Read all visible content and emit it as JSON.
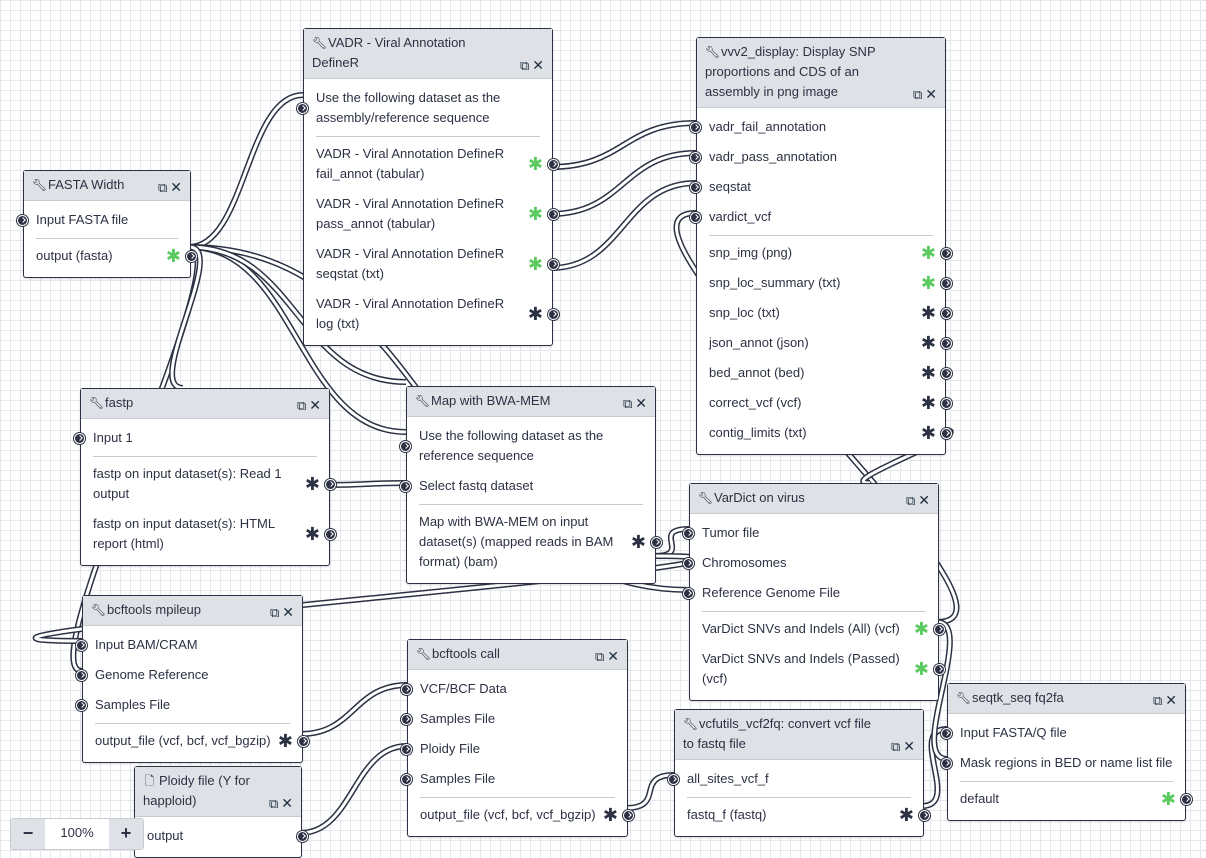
{
  "zoom": {
    "minus": "−",
    "level": "100%",
    "plus": "+"
  },
  "icons": {
    "tool": "wrench-icon",
    "copy": "copy-icon",
    "close": "close-icon",
    "file": "file-icon"
  },
  "colors": {
    "wire": "#2c3143",
    "node_header": "#dee2e6",
    "star_green": "#5ccb5f",
    "star_dark": "#2c3143"
  },
  "nodes": {
    "vadr": {
      "title": "VADR - Viral Annotation DefineR",
      "in0": "Use the following dataset as the assembly/reference sequence",
      "out0": "VADR - Viral Annotation DefineR fail_annot (tabular)",
      "out1": "VADR - Viral Annotation DefineR pass_annot (tabular)",
      "out2": "VADR - Viral Annotation DefineR seqstat (txt)",
      "out3": "VADR - Viral Annotation DefineR log (txt)"
    },
    "vvv2": {
      "title": "vvv2_display: Display SNP proportions and CDS of an assembly in png image",
      "in0": "vadr_fail_annotation",
      "in1": "vadr_pass_annotation",
      "in2": "seqstat",
      "in3": "vardict_vcf",
      "out0": "snp_img (png)",
      "out1": "snp_loc_summary (txt)",
      "out2": "snp_loc (txt)",
      "out3": "json_annot (json)",
      "out4": "bed_annot (bed)",
      "out5": "correct_vcf (vcf)",
      "out6": "contig_limits (txt)"
    },
    "fastawidth": {
      "title": "FASTA Width",
      "in0": "Input FASTA file",
      "out0": "output (fasta)"
    },
    "fastp": {
      "title": "fastp",
      "in0": "Input 1",
      "out0": "fastp on input dataset(s): Read 1 output",
      "out1": "fastp on input dataset(s): HTML report (html)"
    },
    "bwa": {
      "title": "Map with BWA-MEM",
      "in0": "Use the following dataset as the reference sequence",
      "in1": "Select fastq dataset",
      "out0": "Map with BWA-MEM on input dataset(s) (mapped reads in BAM format) (bam)"
    },
    "vardict": {
      "title": "VarDict on virus",
      "in0": "Tumor file",
      "in1": "Chromosomes",
      "in2": "Reference Genome File",
      "out0": "VarDict SNVs and Indels (All) (vcf)",
      "out1": "VarDict SNVs and Indels (Passed) (vcf)"
    },
    "mpileup": {
      "title": "bcftools mpileup",
      "in0": "Input BAM/CRAM",
      "in1": "Genome Reference",
      "in2": "Samples File",
      "out0": "output_file (vcf, bcf, vcf_bgzip)"
    },
    "call": {
      "title": "bcftools call",
      "in0": "VCF/BCF Data",
      "in1": "Samples File",
      "in2": "Ploidy File",
      "in3": "Samples File",
      "out0": "output_file (vcf, bcf, vcf_bgzip)"
    },
    "ploidy": {
      "title": "Ploidy file (Y for happloid)",
      "out0": "output"
    },
    "vcf2fq": {
      "title": "vcfutils_vcf2fq: convert vcf file to fastq file",
      "in0": "all_sites_vcf_f",
      "out0": "fastq_f (fastq)"
    },
    "seqtk": {
      "title": "seqtk_seq fq2fa",
      "in0": "Input FASTA/Q file",
      "in1": "Mask regions in BED or name list file",
      "out0": "default"
    }
  }
}
